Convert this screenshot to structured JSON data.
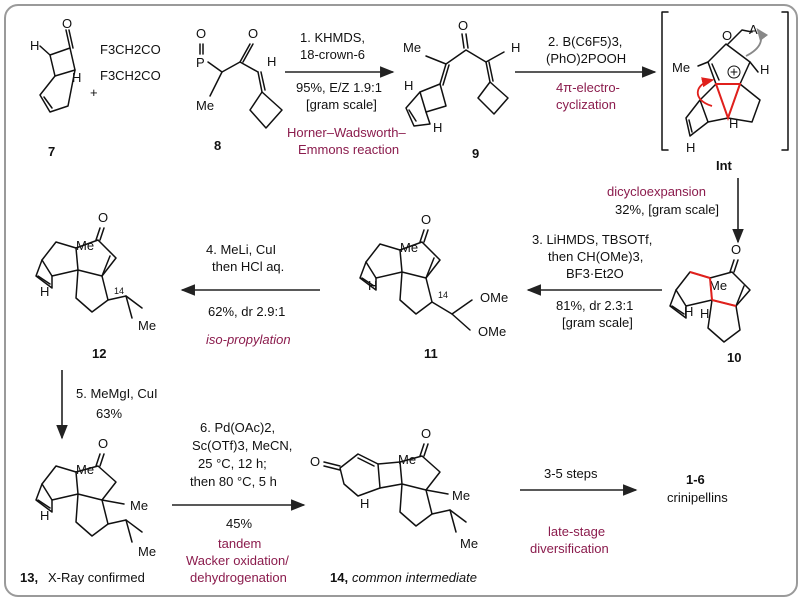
{
  "compounds": {
    "c7": "7",
    "c8": "8",
    "c9": "9",
    "int": "Int",
    "c10": "10",
    "c11": "11",
    "c12": "12",
    "c13": "13,",
    "c13_note": "X-Ray confirmed",
    "c14": "14,",
    "c14_note": "common intermediate",
    "final": "1-6",
    "final_name": "crinipellins"
  },
  "atoms": {
    "f3ch2cho_top": "F3CH2CO",
    "f3ch2cho_bottom": "F3CH2CO",
    "P": "P",
    "O": "O",
    "H": "H",
    "Me": "Me",
    "A": "A",
    "plus": "+",
    "num14": "14",
    "OMe": "OMe"
  },
  "steps": {
    "s1_l1": "1. KHMDS,",
    "s1_l2": "18-crown-6",
    "s1_l3": "95%, E/Z 1.9:1",
    "s1_l4": "[gram scale]",
    "s1_note1": "Horner–Wadsworth–",
    "s1_note2": "Emmons reaction",
    "s2_l1": "2. B(C6F5)3,",
    "s2_l2": "(PhO)2POOH",
    "s2_note1": "4π-electro-",
    "s2_note2": "cyclization",
    "dicyclo_note": "dicycloexpansion",
    "dicyclo_yield": "32%, [gram scale]",
    "s3_l1": "3. LiHMDS, TBSOTf,",
    "s3_l2": "then CH(OMe)3,",
    "s3_l3": "BF3·Et2O",
    "s3_l4": "81%, dr 2.3:1",
    "s3_l5": "[gram scale]",
    "s4_l1": "4. MeLi, CuI",
    "s4_l2": "then HCl aq.",
    "s4_l3": "62%, dr 2.9:1",
    "s4_note": "iso-propylation",
    "s5_l1": "5. MeMgI, CuI",
    "s5_l2": "63%",
    "s6_l1": "6. Pd(OAc)2,",
    "s6_l2": "Sc(OTf)3, MeCN,",
    "s6_l3": "25 °C, 12 h;",
    "s6_l4": "then 80 °C, 5 h",
    "s6_l5": "45%",
    "s6_note1": "tandem",
    "s6_note2": "Wacker oxidation/",
    "s6_note3": "dehydrogenation",
    "s7_l1": "3-5 steps",
    "s7_note1": "late-stage",
    "s7_note2": "diversification"
  }
}
